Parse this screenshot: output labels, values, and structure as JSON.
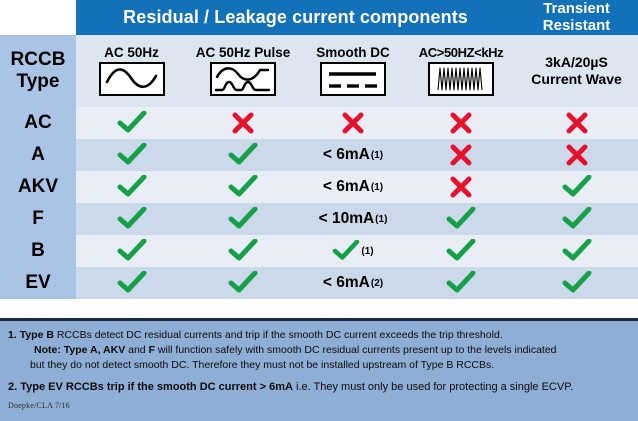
{
  "header": {
    "banner_main": "Residual / Leakage current components",
    "banner_side": "Transient\nResistant",
    "row_header_label": "RCCB\nType"
  },
  "columns": [
    {
      "key": "ac50",
      "label": "AC 50Hz",
      "icon": "sine-wave-icon"
    },
    {
      "key": "ac50pulse",
      "label": "AC 50Hz Pulse",
      "icon": "pulsed-sine-wave-icon"
    },
    {
      "key": "smoothdc",
      "label": "Smooth DC",
      "icon": "dc-lines-icon"
    },
    {
      "key": "hf",
      "label": "AC>50HZ<kHz",
      "icon": "high-frequency-wave-icon"
    },
    {
      "key": "transient",
      "label": "3kA/20µS\nCurrent Wave",
      "icon": "none"
    }
  ],
  "rows": [
    {
      "type": "AC",
      "cells": [
        {
          "kind": "check"
        },
        {
          "kind": "cross"
        },
        {
          "kind": "cross"
        },
        {
          "kind": "cross"
        },
        {
          "kind": "cross"
        }
      ]
    },
    {
      "type": "A",
      "cells": [
        {
          "kind": "check"
        },
        {
          "kind": "check"
        },
        {
          "kind": "text",
          "text": "< 6mA",
          "sup": "(1)"
        },
        {
          "kind": "cross"
        },
        {
          "kind": "cross"
        }
      ]
    },
    {
      "type": "AKV",
      "cells": [
        {
          "kind": "check"
        },
        {
          "kind": "check"
        },
        {
          "kind": "text",
          "text": "< 6mA",
          "sup": "(1)"
        },
        {
          "kind": "cross"
        },
        {
          "kind": "check"
        }
      ]
    },
    {
      "type": "F",
      "cells": [
        {
          "kind": "check"
        },
        {
          "kind": "check"
        },
        {
          "kind": "text",
          "text": "< 10mA",
          "sup": "(1)"
        },
        {
          "kind": "check"
        },
        {
          "kind": "check"
        }
      ]
    },
    {
      "type": "B",
      "cells": [
        {
          "kind": "check"
        },
        {
          "kind": "check"
        },
        {
          "kind": "check",
          "sup": "(1)"
        },
        {
          "kind": "check"
        },
        {
          "kind": "check"
        }
      ]
    },
    {
      "type": "EV",
      "cells": [
        {
          "kind": "check"
        },
        {
          "kind": "check"
        },
        {
          "kind": "text",
          "text": "< 6mA",
          "sup": "(2)"
        },
        {
          "kind": "check"
        },
        {
          "kind": "check"
        }
      ]
    }
  ],
  "notes": {
    "n1_num": "1.",
    "n1_bold": "Type B",
    "n1_rest": "RCCBs detect DC residual currents and trip if the smooth DC current exceeds the trip threshold.",
    "n1b_bold": "Note: Type A, AKV",
    "n1b_mid": " and ",
    "n1b_bold2": "F",
    "n1b_rest": " will function safely with smooth DC residual currents present up to the levels indicated",
    "n1c": "but they do not detect smooth DC.   Therefore they must not be installed upstream of Type B RCCBs.",
    "n2_bold": "2. Type EV RCCBs trip if the smooth DC current > 6mA",
    "n2_rest": " i.e. They must only be used for protecting a single ECVP.",
    "credit": "Doepke/CLA 7/16"
  },
  "colors": {
    "banner_blue": "#1271b8",
    "row_label_blue": "#a9c4e4",
    "row_light": "#e9edf6",
    "row_dark": "#ccd9ea",
    "notes_bg": "#8eaed6",
    "check_green": "#17a04a",
    "cross_red": "#e8112d"
  }
}
